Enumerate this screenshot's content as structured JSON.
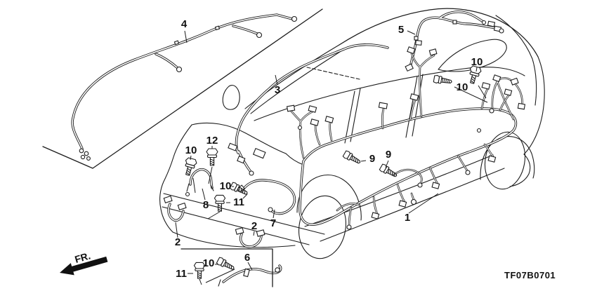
{
  "diagram": {
    "code": "TF07B0701",
    "fr_label": "FR.",
    "colors": {
      "line": "#1c1c1c",
      "background": "#ffffff"
    },
    "callouts": [
      "4",
      "3",
      "5",
      "10",
      "10",
      "12",
      "10",
      "10",
      "8",
      "11",
      "7",
      "2",
      "2",
      "9",
      "9",
      "1",
      "6",
      "10",
      "11"
    ]
  }
}
